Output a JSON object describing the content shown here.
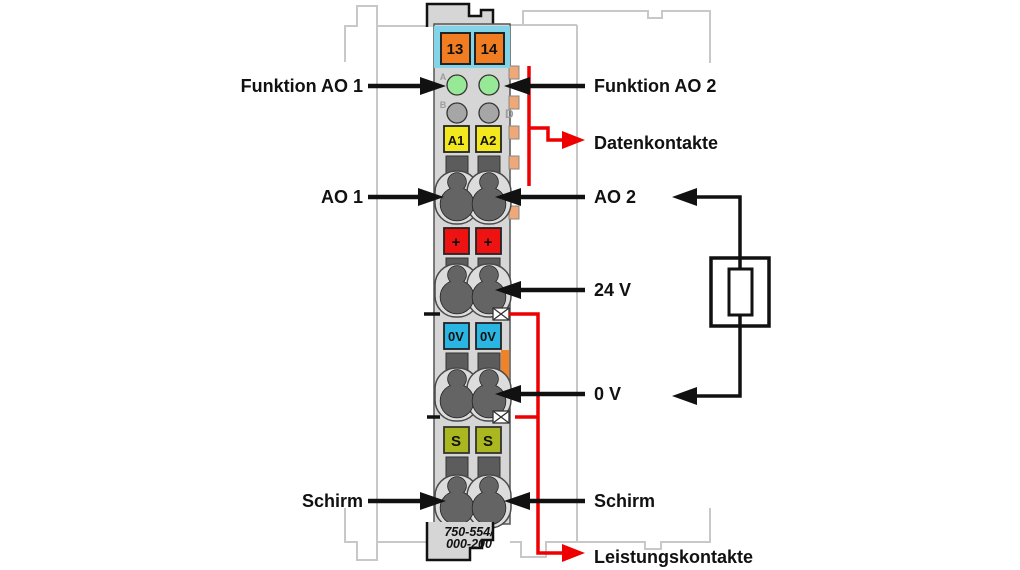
{
  "figure": {
    "left_callouts": {
      "funktion_ao_1": "Funktion AO 1",
      "ao_1": "AO 1",
      "schirm": "Schirm"
    },
    "right_callouts": {
      "funktion_ao_2": "Funktion AO 2",
      "datenkontakte": "Datenkontakte",
      "ao_2": "AO 2",
      "v_24": "24 V",
      "v_0": "0 V",
      "schirm": "Schirm",
      "leistungskontakte": "Leistungskontakte"
    }
  },
  "module": {
    "part_number_line1": "750-554/",
    "part_number_line2": "000-200",
    "power_terminals": [
      "13",
      "14"
    ],
    "led_letters": {
      "a": "A",
      "b": "B",
      "d": "D"
    },
    "channel_terminals": [
      "A1",
      "A2"
    ],
    "plus_terminals": [
      "+",
      "+"
    ],
    "zero_volt_terminals": [
      "0V",
      "0V"
    ],
    "shield_terminals": [
      "S",
      "S"
    ]
  },
  "colors": {
    "callout_red": "#ee0000",
    "marking_band_cyan": "#82d4e8",
    "terminal_orange": "#f07d21",
    "led_green": "#97e897",
    "led_gray": "#a6a6a6",
    "terminal_yellow": "#f3e71e",
    "terminal_red": "#ee1212",
    "terminal_blue": "#2ab5e2",
    "terminal_olive": "#abb71f",
    "latch_orange": "#f08227",
    "data_contact_tan": "#efa878"
  }
}
